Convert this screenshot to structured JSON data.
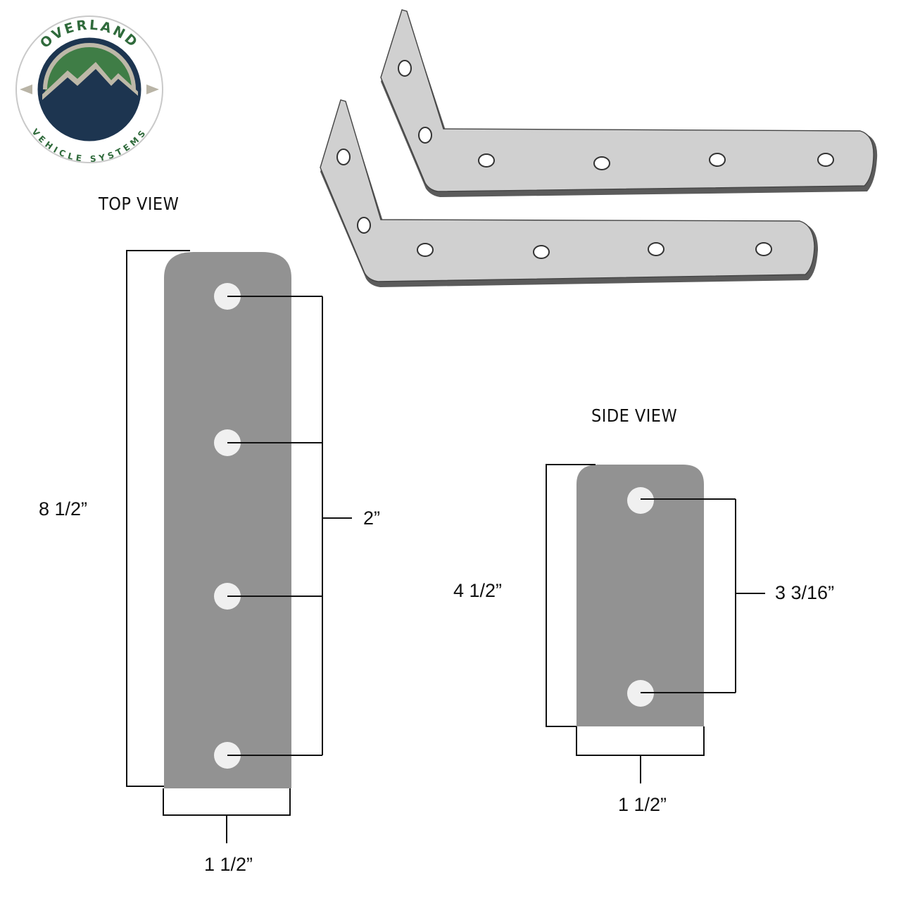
{
  "brand": {
    "name": "Overland Vehicle Systems",
    "logo_top_text": "OVERLAND",
    "logo_bottom_text": "VEHICLE SYSTEMS",
    "colors": {
      "green": "#3f7d46",
      "navy": "#1d3550",
      "tan": "#b9b4a6",
      "ring": "#cfcfcf"
    }
  },
  "product_render": {
    "description": "Two L-shaped angled mounting brackets, isometric view",
    "count": 2,
    "holes_per_bracket": 6,
    "color": "#d0d0d0"
  },
  "views": {
    "top": {
      "title": "TOP VIEW",
      "length_label": "8 1/2”",
      "hole_spacing_label": "2”",
      "width_label": "1 1/2”",
      "holes": 4
    },
    "side": {
      "title": "SIDE VIEW",
      "length_label": "4 1/2”",
      "hole_spacing_label": "3 3/16”",
      "width_label": "1 1/2”",
      "holes": 2
    }
  },
  "colors": {
    "bracket_fill": "#929292",
    "hole_fill": "#f0f0f0",
    "dim_line": "#111111"
  }
}
